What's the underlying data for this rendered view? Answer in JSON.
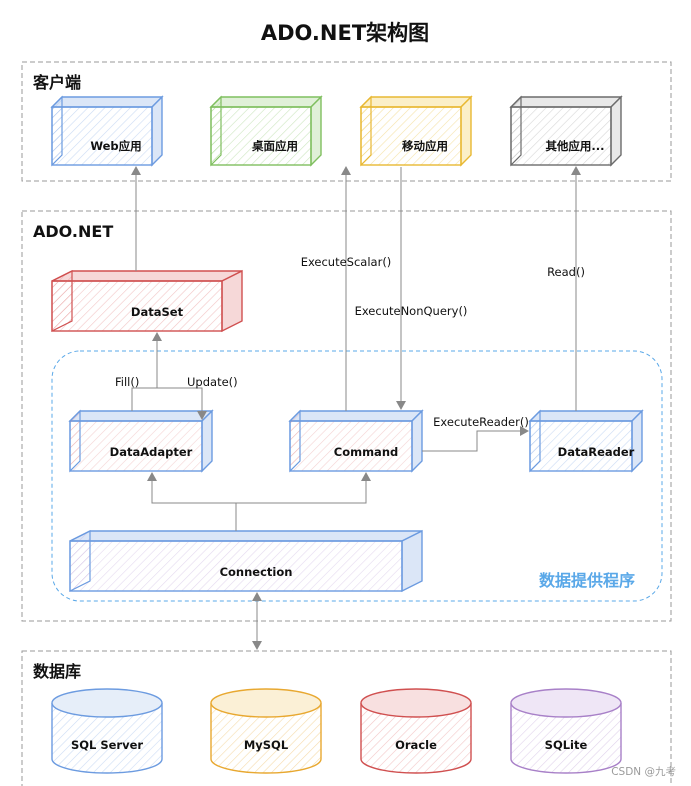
{
  "title": "ADO.NET架构图",
  "sections": {
    "client": "客户端",
    "adonet": "ADO.NET",
    "database": "数据库"
  },
  "provider_label": "数据提供程序",
  "clients": [
    "Web应用",
    "桌面应用",
    "移动应用",
    "其他应用..."
  ],
  "components": {
    "dataset": "DataSet",
    "dataadapter": "DataAdapter",
    "command": "Command",
    "datareader": "DataReader",
    "connection": "Connection"
  },
  "edge_labels": {
    "fill": "Fill()",
    "update": "Update()",
    "execute_scalar": "ExecuteScalar()",
    "execute_nonquery": "ExecuteNonQuery()",
    "execute_reader": "ExecuteReader()",
    "read": "Read()"
  },
  "databases": [
    "SQL Server",
    "MySQL",
    "Oracle",
    "SQLite"
  ],
  "watermark": "CSDN @九考",
  "colors": {
    "blue": "#6c9be0",
    "green": "#7fbf5f",
    "yellow": "#e8b832",
    "gray": "#6b6b6b",
    "red": "#d05050",
    "orange": "#e8a830",
    "purple": "#a880c8",
    "provider": "#5aa8e8"
  }
}
